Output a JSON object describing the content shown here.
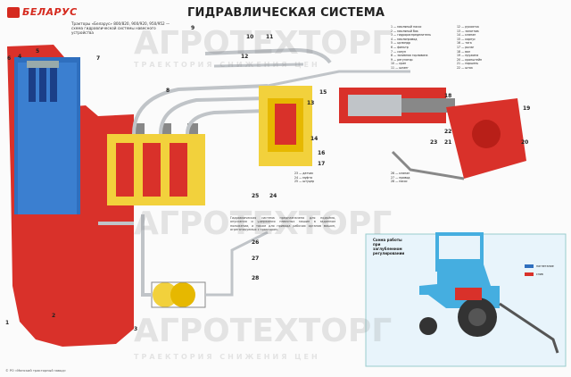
{
  "brand": {
    "name": "БЕЛАРУС",
    "logo": "mtz-logo-icon"
  },
  "title": "ГИДРАВЛИЧЕСКАЯ СИСТЕМА",
  "subtitle": "Тракторы «Беларус» 800/820, 900/920, 950/952 — схема гидравлической системы навесного устройства",
  "colors": {
    "tank": "#2f6fbe",
    "oil_red": "#d9312a",
    "pipe": "#c0c4c8",
    "yellow": "#f2d13c",
    "tractor": "#45aee0",
    "legend_blue": "#2f6fbe",
    "legend_red": "#d9312a"
  },
  "callouts": [
    "1",
    "2",
    "3",
    "4",
    "5",
    "6",
    "7",
    "8",
    "9",
    "10",
    "11",
    "12",
    "13",
    "14",
    "15",
    "16",
    "17",
    "18",
    "19",
    "20",
    "21",
    "22",
    "23",
    "24",
    "25",
    "26",
    "27",
    "28"
  ],
  "legend_left": [
    "1 — масляный насос",
    "2 — масляный бак",
    "3 — гидрораспределитель",
    "4 — маслопровод",
    "5 — цилиндр",
    "6 — фильтр",
    "7 — сапун",
    "8 — заливная горловина",
    "9 — регулятор",
    "10 — кран",
    "11 — шланг"
  ],
  "legend_right": [
    "12 — рукоятка",
    "13 — золотник",
    "14 — клапан",
    "15 — корпус",
    "16 — тяга",
    "17 — рычаг",
    "18 — вал",
    "19 — пружина",
    "20 — кронштейн",
    "21 — поршень",
    "22 — шток"
  ],
  "legend_mid": [
    "23 — датчик",
    "24 — муфта",
    "25 — штуцер",
    "26 — клапан",
    "27 — привод",
    "28 — насос"
  ],
  "description": "Гидравлическая система предназначена для подъёма, опускания и удержания навесных машин в заданном положении, а также для привода рабочих органов машин, агрегатируемых с трактором.",
  "mode_panel": {
    "title": "Схема работы при заглубленном регулировании",
    "legend": [
      "нагнетание",
      "слив"
    ]
  },
  "watermark": {
    "main": "АГРОТЕХТОРГ",
    "sub": "ТРАЕКТОРИЯ СНИЖЕНИЯ ЦЕН"
  },
  "footer": "© РО «Минский тракторный завод»"
}
